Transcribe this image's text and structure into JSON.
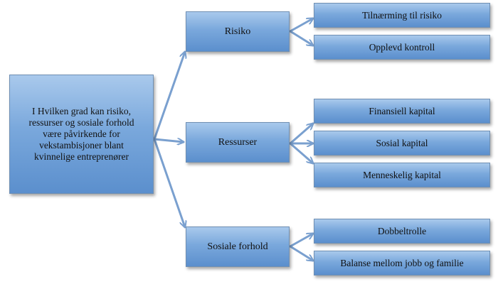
{
  "root": {
    "lines": [
      "I Hvilken grad  kan risiko,",
      "ressurser og sosiale forhold",
      "være påvirkende for",
      "vekstambisjoner blant",
      "kvinnelige entreprenører"
    ]
  },
  "categories": [
    {
      "label": "Risiko"
    },
    {
      "label": "Ressurser"
    },
    {
      "label": "Sosiale forhold"
    }
  ],
  "leaves": [
    {
      "label": "Tilnærming til risiko"
    },
    {
      "label": "Opplevd kontroll"
    },
    {
      "label": "Finansiell kapital"
    },
    {
      "label": "Sosial kapital"
    },
    {
      "label": "Menneskelig kapital"
    },
    {
      "label": "Dobbeltrolle"
    },
    {
      "label": "Balanse mellom jobb og familie"
    }
  ],
  "colors": {
    "box_top": "#a9c9ec",
    "box_bottom": "#5b8fcd",
    "connector": "#7aa0cf"
  }
}
